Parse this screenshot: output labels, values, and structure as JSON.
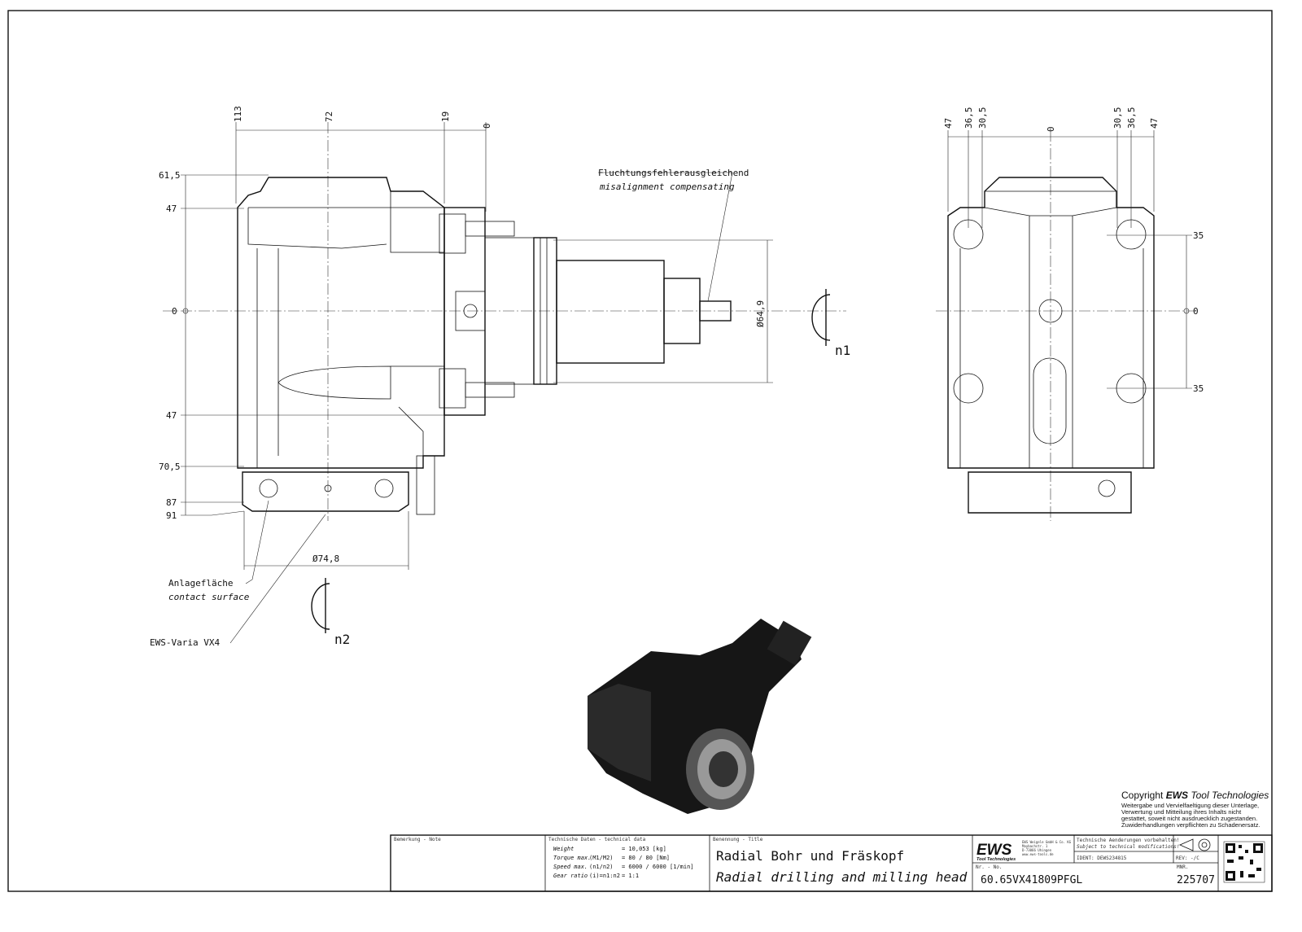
{
  "front_view": {
    "top_dims": [
      "113",
      "72",
      "19",
      "0"
    ],
    "left_dims": [
      "61,5",
      "47",
      "0",
      "47",
      "70,5",
      "87",
      "91"
    ],
    "diameter_spindle": "Ø64,9",
    "diameter_base": "Ø74,8",
    "rotation_1": "n1",
    "rotation_2": "n2",
    "note_misalignment_de": "Fluchtungsfehlerausgleichend",
    "note_misalignment_en": "misalignment compensating",
    "note_contact_de": "Anlagefläche",
    "note_contact_en": "contact surface",
    "note_product": "EWS-Varia VX4"
  },
  "side_view": {
    "top_dims": [
      "47",
      "36,5",
      "30,5",
      "0",
      "30,5",
      "36,5",
      "47"
    ],
    "right_dims": [
      "35",
      "0",
      "35"
    ]
  },
  "copyright": {
    "title_prefix": "Copyright",
    "title_brand": "EWS",
    "title_suffix": "Tool Technologies",
    "lines": [
      "Weitergabe und Vervielfaeltigung dieser Unterlage,",
      "Verwertung und Mitteilung ihres Inhalts nicht",
      "gestattet, soweit nicht ausdruecklich zugestanden.",
      "Zuwiderhandlungen verpflichten zu Schadenersatz."
    ]
  },
  "title_block": {
    "note_label": "Bemerkung - Note",
    "tech_label": "Technische Daten - technical data",
    "tech_rows": [
      {
        "k": "Weight",
        "p": "",
        "v": "= 10,053 [kg]"
      },
      {
        "k": "Torque max.",
        "p": "(M1/M2)",
        "v": "= 80 / 80 [Nm]"
      },
      {
        "k": "Speed max.",
        "p": "(n1/n2)",
        "v": "= 6000 / 6000 [1/min]"
      },
      {
        "k": "Gear ratio",
        "p": "(i)=n1:n2",
        "v": "= 1:1"
      }
    ],
    "title_label": "Benennung - Title",
    "title_de": "Radial Bohr und Fräskopf",
    "title_en": "Radial drilling and milling head",
    "logo_text": "EWS",
    "logo_sub": "Tool Technologies",
    "address": [
      "EWS Weigele GmbH & Co. KG",
      "Maybachstr. 1",
      "D-73066 Uhingen",
      "www.ews-tools.de"
    ],
    "mod_de": "Technische Aenderungen vorbehalten!",
    "mod_en": "Subject to technical modifications!",
    "ident": "IDENT:  DEWS234815",
    "rev": "REV:  -/C",
    "nr_label": "Nr. - No.",
    "nr": "60.65VX41809PFGL",
    "mnr_label": "MNR.",
    "mnr": "225707"
  }
}
